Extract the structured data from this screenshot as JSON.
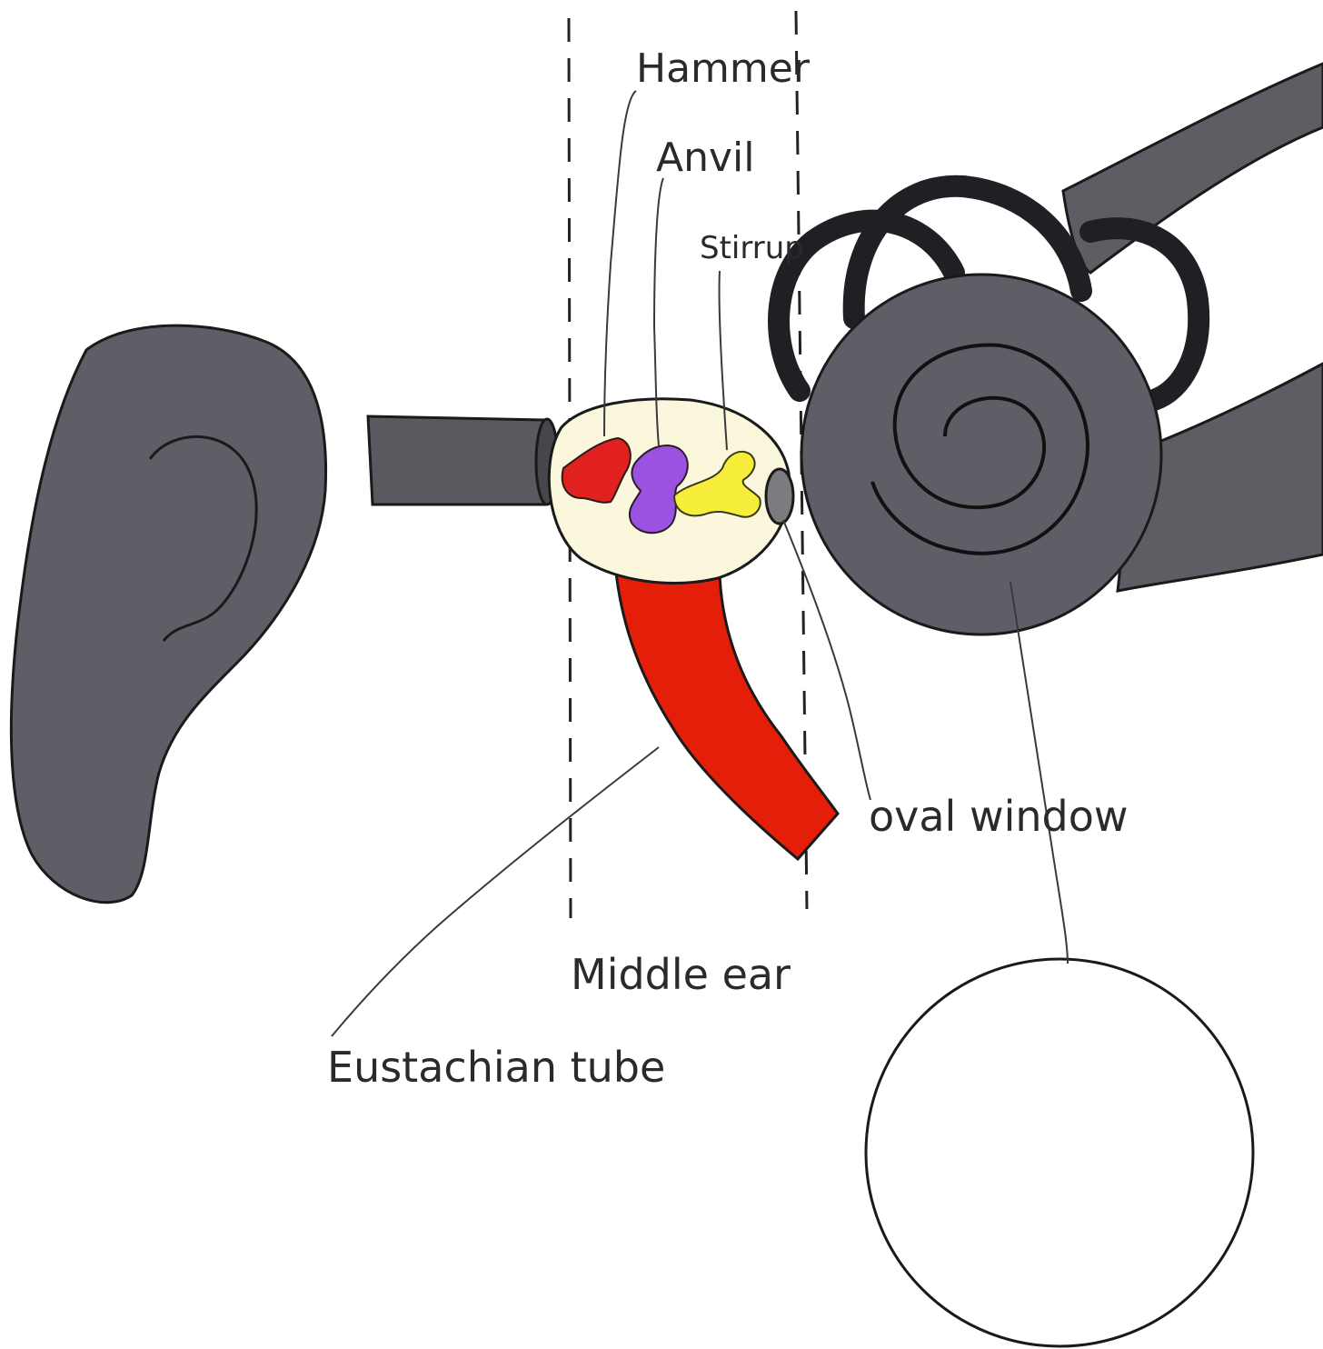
{
  "labels": {
    "hammer": "Hammer",
    "anvil": "Anvil",
    "stirrup": "Stirrup",
    "oval_window": "oval window",
    "middle_ear": "Middle ear",
    "eustachian_tube": "Eustachian tube",
    "empty_circle": ""
  },
  "colors": {
    "gray_fill": "#5f5e66",
    "gray_dark": "#4a4950",
    "black_canals": "#1f2024",
    "middle_ear_fill": "#fbf7dc",
    "hammer": "#e0211f",
    "anvil": "#9b52e0",
    "stirrup": "#f6ee3a",
    "eustachian_tube": "#e41e08",
    "oval_window": "#7c7b80"
  }
}
